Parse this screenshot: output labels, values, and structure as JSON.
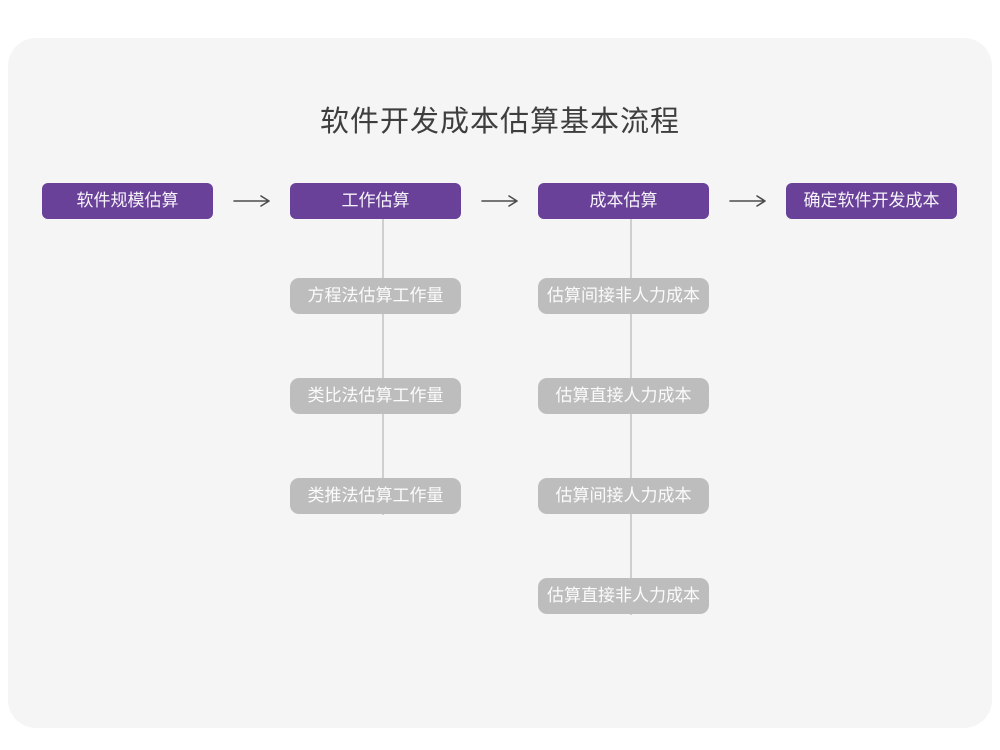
{
  "title": "软件开发成本估算基本流程",
  "flow": {
    "main_steps": [
      {
        "label": "软件规模估算"
      },
      {
        "label": "工作估算"
      },
      {
        "label": "成本估算"
      },
      {
        "label": "确定软件开发成本"
      }
    ],
    "work_estimation_methods": [
      {
        "label": "方程法估算工作量"
      },
      {
        "label": "类比法估算工作量"
      },
      {
        "label": "类推法估算工作量"
      }
    ],
    "cost_estimation_steps": [
      {
        "label": "估算间接非人力成本"
      },
      {
        "label": "估算直接人力成本"
      },
      {
        "label": "估算间接人力成本"
      },
      {
        "label": "估算直接非人力成本"
      }
    ]
  },
  "colors": {
    "primary_purple": "#6A4199",
    "sub_step_gray": "#BDBDBD",
    "connector_gray": "#CFCFCF",
    "arrow_gray": "#4D4D4D",
    "card_background": "#F5F5F6",
    "title_color": "#3E3E3E"
  }
}
